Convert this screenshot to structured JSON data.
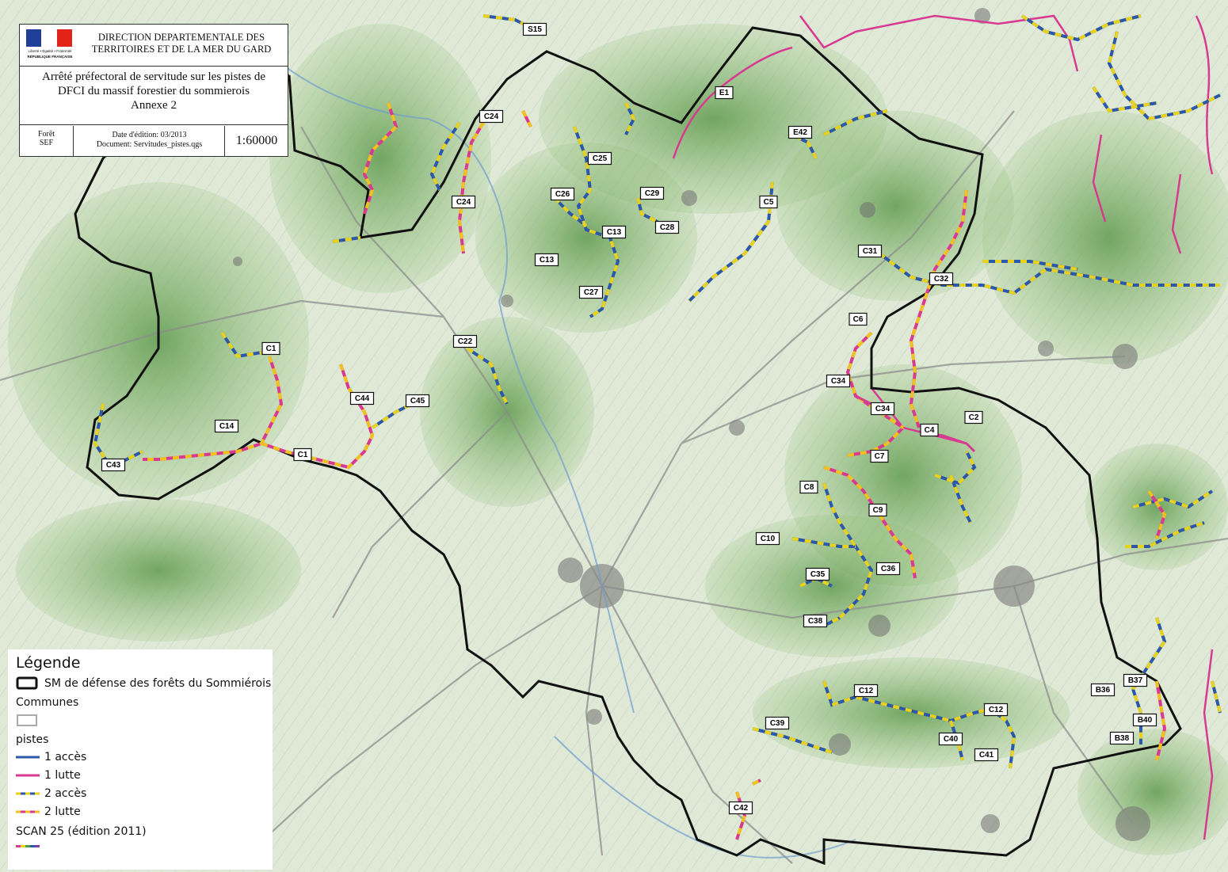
{
  "header": {
    "logo_caption1": "Liberté • Égalité • Fraternité",
    "logo_caption2": "RÉPUBLIQUE FRANÇAISE",
    "organization": "DIRECTION DEPARTEMENTALE DES TERRITOIRES ET DE LA MER DU GARD",
    "title_line1": "Arrêté préfectoral de servitude sur les pistes de",
    "title_line2": "DFCI du massif forestier du sommierois",
    "title_line3": "Annexe 2",
    "foret_label": "Forêt",
    "foret_value": "SEF",
    "edition": "Date d'édition: 03/2013",
    "document": "Document: Servitudes_pistes.qgs",
    "scale": "1:60000"
  },
  "legend": {
    "title": "Légende",
    "boundary": "SM de défense des forêts du Sommiérois",
    "communes": "Communes",
    "pistes": "pistes",
    "items": [
      "1 accès",
      "1 lutte",
      "2 accès",
      "2 lutte"
    ],
    "basemap": "SCAN 25 (édition 2011)"
  },
  "colors": {
    "boundary": "#111111",
    "acces1": "#2b58a8",
    "lutte1": "#d83a92",
    "acces2_a": "#2b58a8",
    "acces2_b": "#e8d21e",
    "lutte2_a": "#d83a92",
    "lutte2_b": "#f0c21e",
    "terrain": "#a9c98c"
  },
  "labels": [
    "S15",
    "E1",
    "E42",
    "C24",
    "C24",
    "C25",
    "C26",
    "C29",
    "C28",
    "C5",
    "C13",
    "C13",
    "C31",
    "C32",
    "C27",
    "C6",
    "C1",
    "C22",
    "C34",
    "C34",
    "C2",
    "C4",
    "C44",
    "C45",
    "C14",
    "C1",
    "C43",
    "C7",
    "C8",
    "C9",
    "C10",
    "C36",
    "C35",
    "C38",
    "C12",
    "C12",
    "B37",
    "B36",
    "B40",
    "B38",
    "C39",
    "C40",
    "C41",
    "C42"
  ]
}
